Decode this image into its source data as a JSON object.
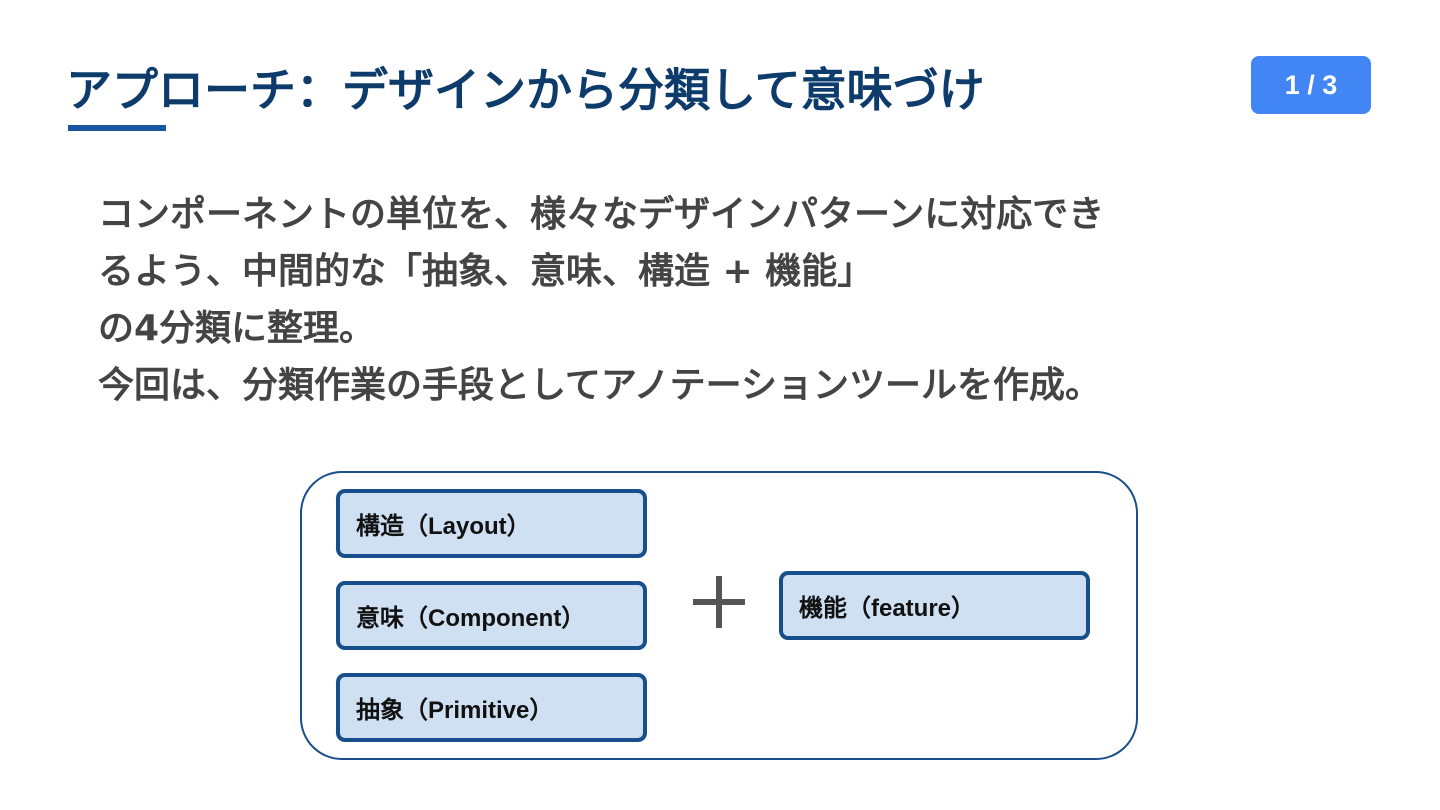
{
  "slide": {
    "title": "アプローチ：デザインから分類して意味づけ",
    "page_indicator": "1 / 3"
  },
  "body": {
    "lines": [
      "コンポーネントの単位を、様々なデザインパターンに対応でき",
      "るよう、中間的な「抽象、意味、構造 + 機能」",
      "の4分類に整理。",
      "今回は、分類作業の手段としてアノテーションツールを作成。"
    ]
  },
  "diagram": {
    "categories": [
      "構造（Layout）",
      "意味（Component）",
      "抽象（Primitive）"
    ],
    "feature": "機能（feature）",
    "connector_icon": "plus-icon"
  },
  "colors": {
    "title": "#0d3b6b",
    "accent": "#1a56a0",
    "badge": "#4285f4",
    "box_fill": "#cfe0f3",
    "box_border": "#164f8c",
    "body_text": "#444444"
  }
}
